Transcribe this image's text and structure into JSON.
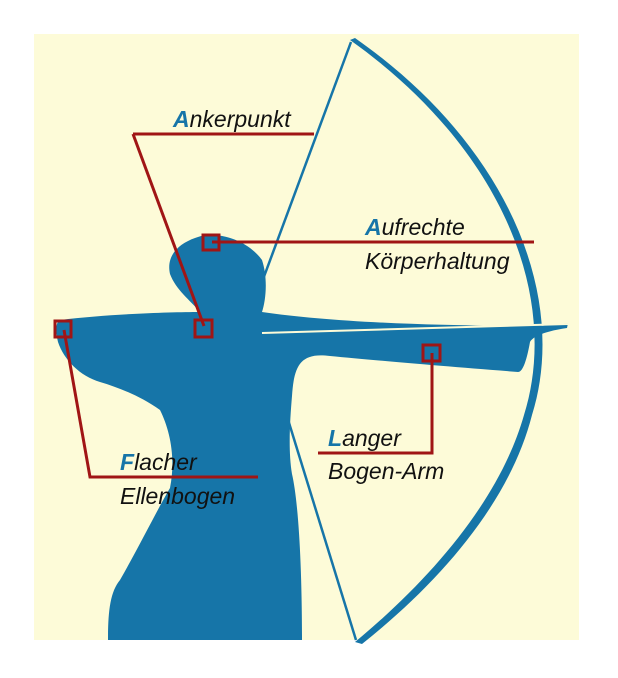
{
  "colors": {
    "background": "#fdfbd8",
    "silhouette": "#1675a8",
    "leader_line": "#a01515",
    "initial_letter": "#1675a8",
    "text": "#111111"
  },
  "labels": {
    "anchor": {
      "initial": "A",
      "rest": "nkerpunkt"
    },
    "posture": {
      "initial": "A",
      "rest": "ufrechte",
      "line2": "Körperhaltung"
    },
    "elbow": {
      "initial": "F",
      "rest": "lacher",
      "line2": "Ellenbogen"
    },
    "bow_arm": {
      "initial": "L",
      "rest": "anger",
      "line2": "Bogen-Arm"
    }
  }
}
